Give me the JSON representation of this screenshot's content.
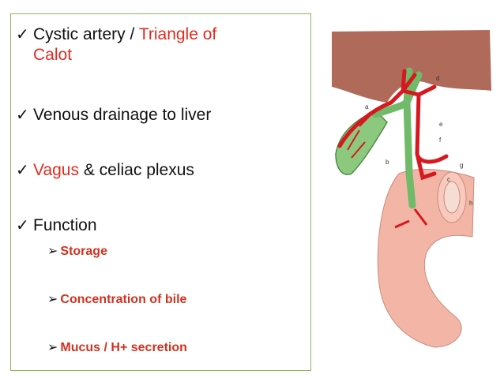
{
  "bullets": [
    {
      "pre": "Cystic artery / ",
      "red": "Triangle of",
      "cont": "Calot"
    },
    {
      "text": "Venous drainage to liver"
    },
    {
      "red": "Vagus",
      "post": " & celiac plexus"
    },
    {
      "text": "Function"
    }
  ],
  "subbullets": [
    "Storage",
    "Concentration of bile",
    "Mucus / H+  secretion"
  ],
  "figure_labels": {
    "a": "a",
    "b": "b",
    "c": "c",
    "d": "d",
    "e": "e",
    "f": "f",
    "g": "g",
    "h": "h"
  },
  "colors": {
    "border": "#8fb657",
    "accent_red": "#e02b20",
    "subbullet_red": "#d1321f"
  },
  "icons": [
    "checkmark-icon",
    "arrow-bullet-icon"
  ]
}
